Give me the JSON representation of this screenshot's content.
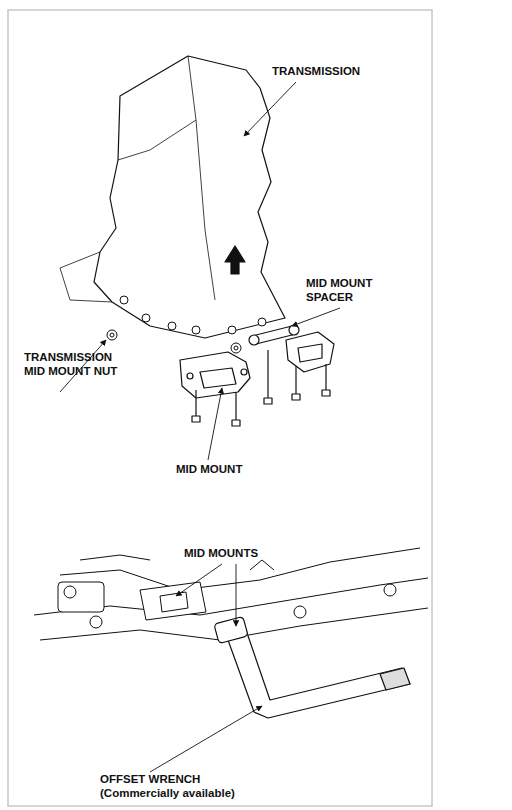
{
  "diagram": {
    "labels": [
      "TRANSMISSION",
      "MID MOUNT SPACER",
      "TRANSMISSION MID MOUNT NUT",
      "MID MOUNT",
      "MID MOUNTS",
      "OFFSET WRENCH",
      "(Commercially available)"
    ]
  }
}
